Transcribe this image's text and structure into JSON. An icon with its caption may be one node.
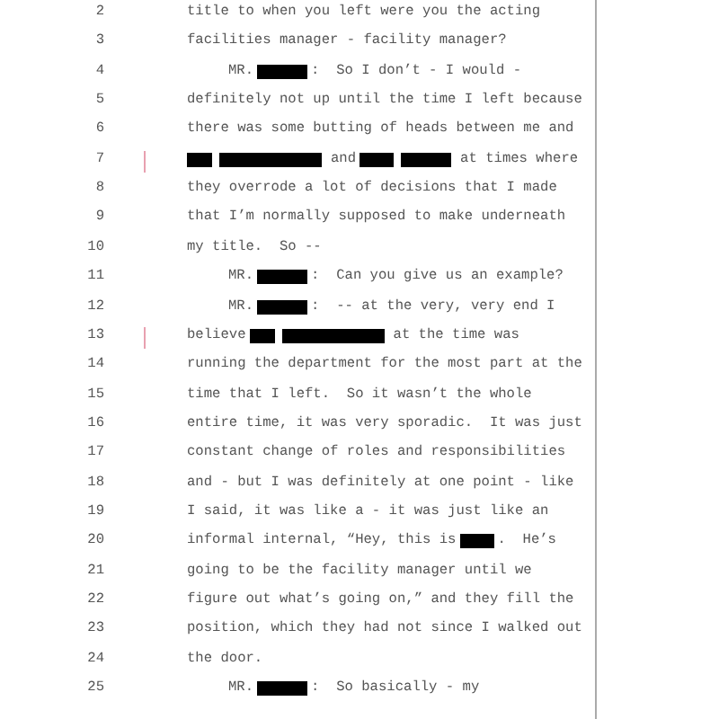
{
  "diagram": {
    "labels": [
      "2",
      "title to when you left were you the acting",
      "3",
      "facilities manager - facility manager?",
      "4",
      "MR.",
      ":  So I don’t - I would -",
      "5",
      "definitely not up until the time I left because",
      "6",
      "there was some butting of heads between me and",
      "7",
      "and",
      "at times where",
      "8",
      "they overrode a lot of decisions that I made",
      "9",
      "that I’m normally supposed to make underneath",
      "10",
      "my title.  So --",
      "11",
      "MR.",
      ":  Can you give us an example?",
      "12",
      "MR.",
      ":  -- at the very, very end I",
      "13",
      "believe",
      "at the time was",
      "14",
      "running the department for the most part at the",
      "15",
      "time that I left.  So it wasn’t the whole",
      "16",
      "entire time, it was very sporadic.  It was just",
      "17",
      "constant change of roles and responsibilities",
      "18",
      "and - but I was definitely at one point - like",
      "19",
      "I said, it was like a - it was just like an",
      "20",
      "informal internal, “Hey, this is",
      ".  He’s",
      "21",
      "going to be the facility manager until we",
      "22",
      "figure out what’s going on,” and they fill the",
      "23",
      "position, which they had not since I walked out",
      "24",
      "the door.",
      "25",
      "MR.",
      ":  So basically - my"
    ]
  }
}
